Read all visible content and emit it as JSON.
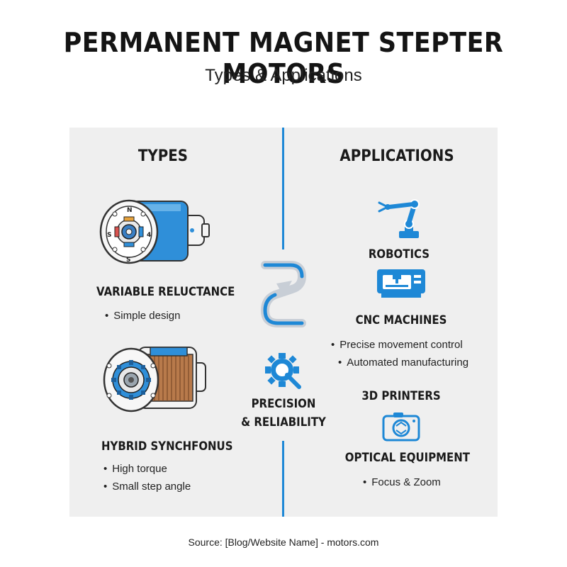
{
  "header": {
    "title": "PERMANENT MAGNET STEPTER MOTORS",
    "subtitle": "Types & Applications"
  },
  "types": {
    "heading": "TYPES",
    "items": [
      {
        "label": "VARIABLE RELUCTANCE",
        "bullets": [
          "Simple design"
        ],
        "icon": "stepper-motor-pole-icon"
      },
      {
        "label": "HYBRID SYNCHFONUS",
        "bullets": [
          "High torque",
          "Small step angle"
        ],
        "icon": "hybrid-motor-coil-icon"
      }
    ]
  },
  "center": {
    "label_line1": "PRECISION",
    "label_line2": "& RELIABILITY",
    "icons": [
      "cycle-arrows-icon",
      "gear-magnifier-icon"
    ]
  },
  "applications": {
    "heading": "APPLICATIONS",
    "items": [
      {
        "label": "ROBOTICS",
        "bullets": [],
        "icon": "robot-arm-icon"
      },
      {
        "label": "CNC MACHINES",
        "bullets": [
          "Precise movement control",
          "Automated manufacturing"
        ],
        "icon": "cnc-machine-icon"
      },
      {
        "label": "3D PRINTERS",
        "bullets": [],
        "icon": ""
      },
      {
        "label": "OPTICAL EQUIPMENT",
        "bullets": [
          "Focus & Zoom"
        ],
        "icon": "camera-lens-icon"
      }
    ]
  },
  "motor_pole_labels": [
    "N",
    "S",
    "S",
    "4"
  ],
  "footer": {
    "source": "Source: [Blog/Website Name] - motors.com"
  },
  "colors": {
    "accent": "#1e88d6",
    "panel": "#efefef",
    "copper": "#b87a4b"
  }
}
